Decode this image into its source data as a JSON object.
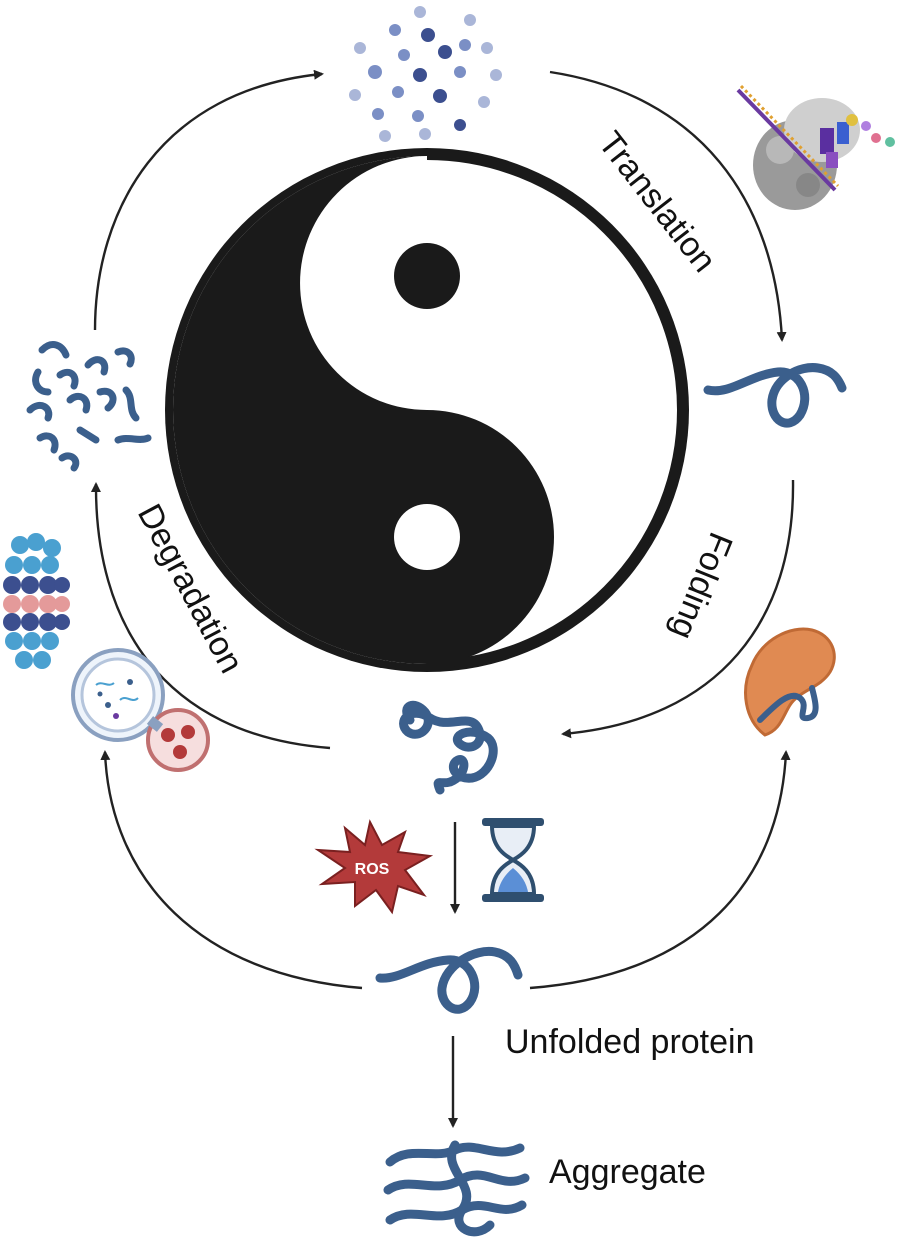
{
  "labels": {
    "translation": "Translation",
    "folding": "Folding",
    "degradation": "Degradation",
    "unfolded_protein": "Unfolded protein",
    "aggregate": "Aggregate",
    "ros": "ROS"
  },
  "colors": {
    "protein": "#3b5f8c",
    "yin": "#1a1a1a",
    "yang": "#ffffff",
    "ros_star": "#b33a3a",
    "hourglass_frame": "#2f4f6f",
    "hourglass_sand": "#5b8fd6",
    "chaperone": "#e08a52",
    "proteasome_blue": "#4aa0d0",
    "proteasome_pink": "#e49a9a",
    "proteasome_navy": "#3c4f8f"
  },
  "icons": [
    "amino-acid-pool-icon",
    "ribosome-icon",
    "nascent-chain-icon",
    "chaperone-icon",
    "folded-protein-icon",
    "ros-icon",
    "hourglass-icon",
    "unfolded-protein-icon",
    "aggregate-icon",
    "proteasome-icon",
    "autophagy-lysosome-icon",
    "peptide-fragments-icon",
    "yin-yang-icon"
  ]
}
